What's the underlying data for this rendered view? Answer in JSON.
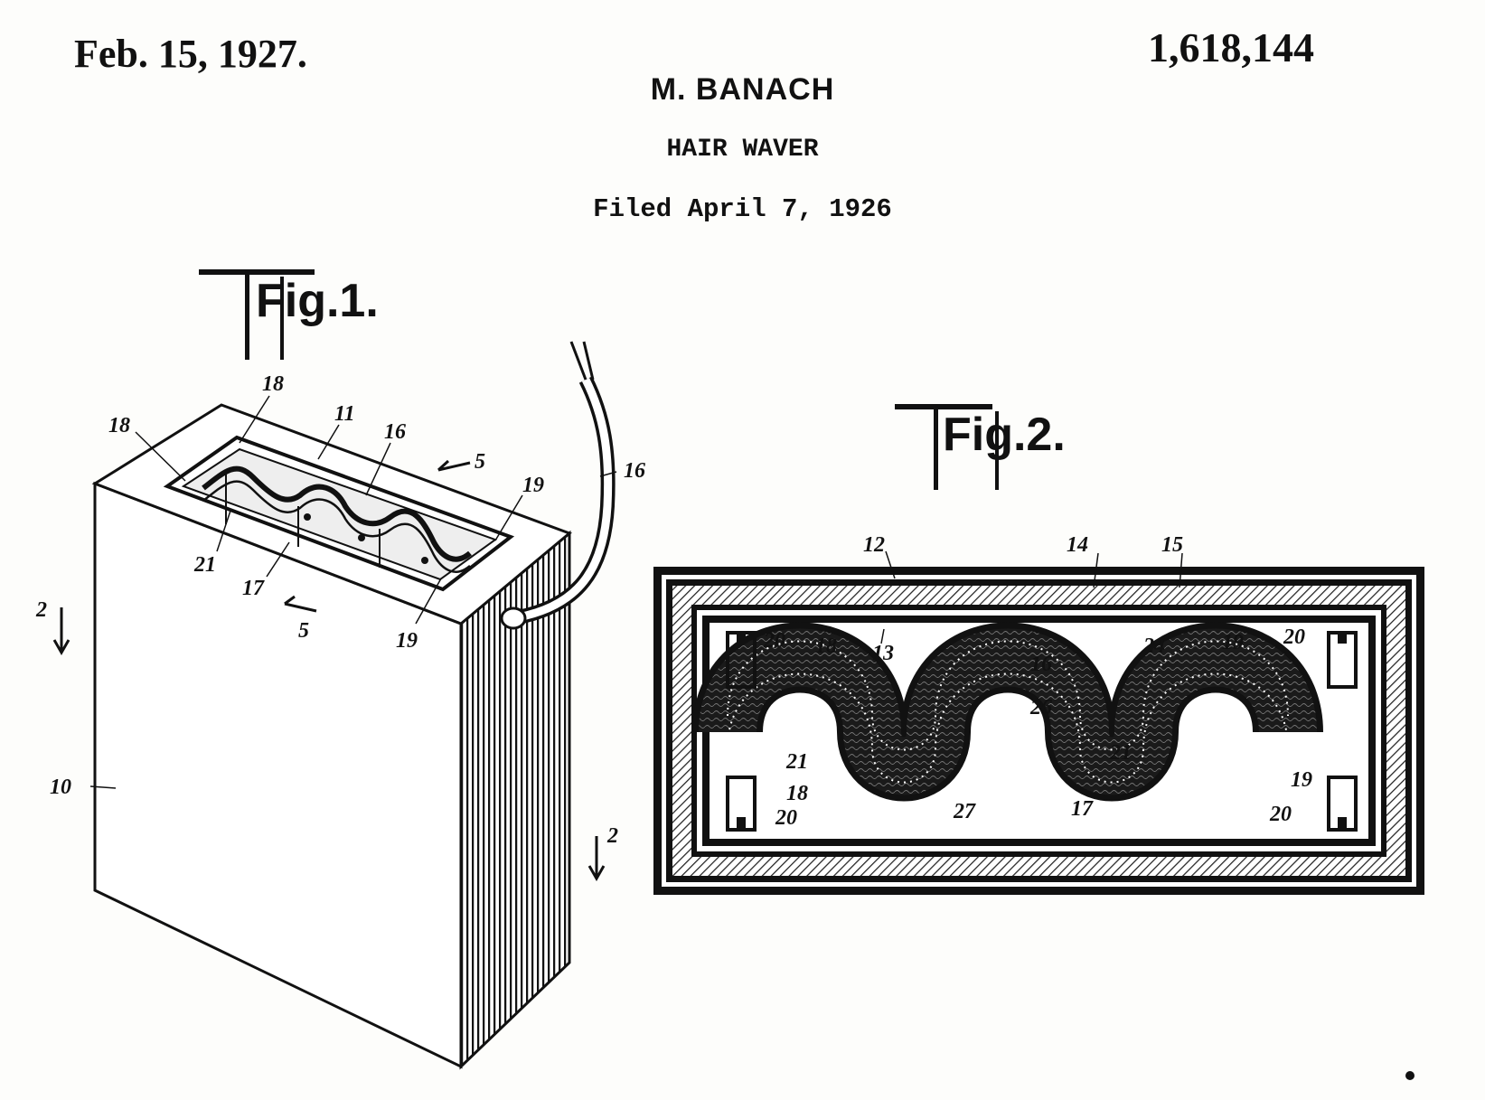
{
  "header": {
    "date": "Feb. 15, 1927.",
    "patent_number": "1,618,144",
    "inventor": "M. BANACH",
    "title": "HAIR WAVER",
    "filed": "Filed April 7, 1926"
  },
  "figures": {
    "fig1": {
      "label": "Fig.1.",
      "refs": [
        "18",
        "18",
        "11",
        "16",
        "5",
        "19",
        "21",
        "17",
        "5",
        "19",
        "2",
        "10",
        "2",
        "16"
      ]
    },
    "fig2": {
      "label": "Fig.2.",
      "refs": [
        "12",
        "14",
        "15",
        "20",
        "18",
        "13",
        "16",
        "24",
        "19",
        "20",
        "26",
        "21",
        "21",
        "18",
        "20",
        "27",
        "17",
        "19",
        "20"
      ]
    }
  }
}
